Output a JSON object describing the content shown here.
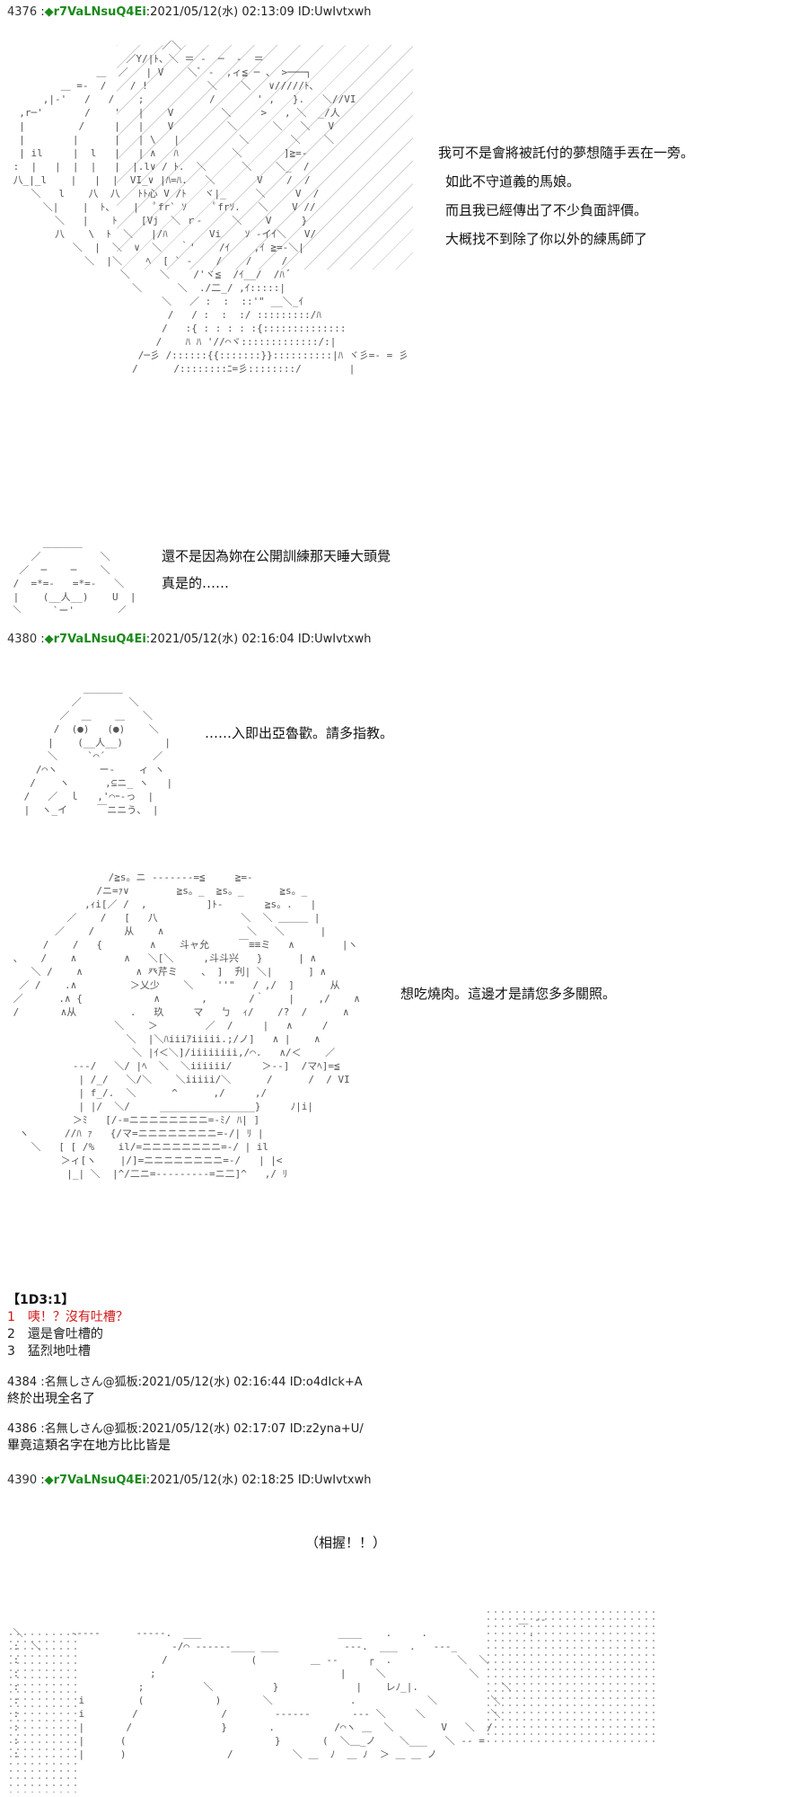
{
  "posts": [
    {
      "num": "4376",
      "trip": "◆r7VaLNsuQ4Ei",
      "meta": ":2021/05/12(水) 02:13:09 ID:UwIvtxwh"
    },
    {
      "num": "4380",
      "trip": "◆r7VaLNsuQ4Ei",
      "meta": ":2021/05/12(水) 02:16:04 ID:UwIvtxwh"
    },
    {
      "num": "4390",
      "trip": "◆r7VaLNsuQ4Ei",
      "meta": ":2021/05/12(水) 02:18:25 ID:UwIvtxwh"
    }
  ],
  "dialog1": [
    "我可不是會將被託付的夢想隨手丟在一旁。",
    "如此不守道義的馬娘。",
    "而且我已經傳出了不少負面評價。",
    "大概找不到除了你以外的練馬師了"
  ],
  "dialog2": [
    "還不是因為妳在公開訓練那天睡大頭覺",
    "真是的……"
  ],
  "dialog3": "……入即出亞魯歡。請多指教。",
  "dialog4": "想吃燒肉。這邊才是請您多多關照。",
  "dice": {
    "title": "【1D3:1】",
    "options": [
      "1　咦！？沒有吐槽？",
      "2　還是會吐槽的",
      "3　猛烈地吐槽"
    ]
  },
  "replies": [
    {
      "header": "4384 :名無しさん@狐板:2021/05/12(水) 02:16:44 ID:o4dIck+A",
      "message": "終於出現全名了"
    },
    {
      "header": "4386 :名無しさん@狐板:2021/05/12(水) 02:17:07 ID:z2yna+U/",
      "message": "畢竟這類名字在地方比比皆是"
    }
  ],
  "closing": "（相握！！）",
  "colors": {
    "trip": "#1a8a1a",
    "highlight": "#d01818"
  }
}
